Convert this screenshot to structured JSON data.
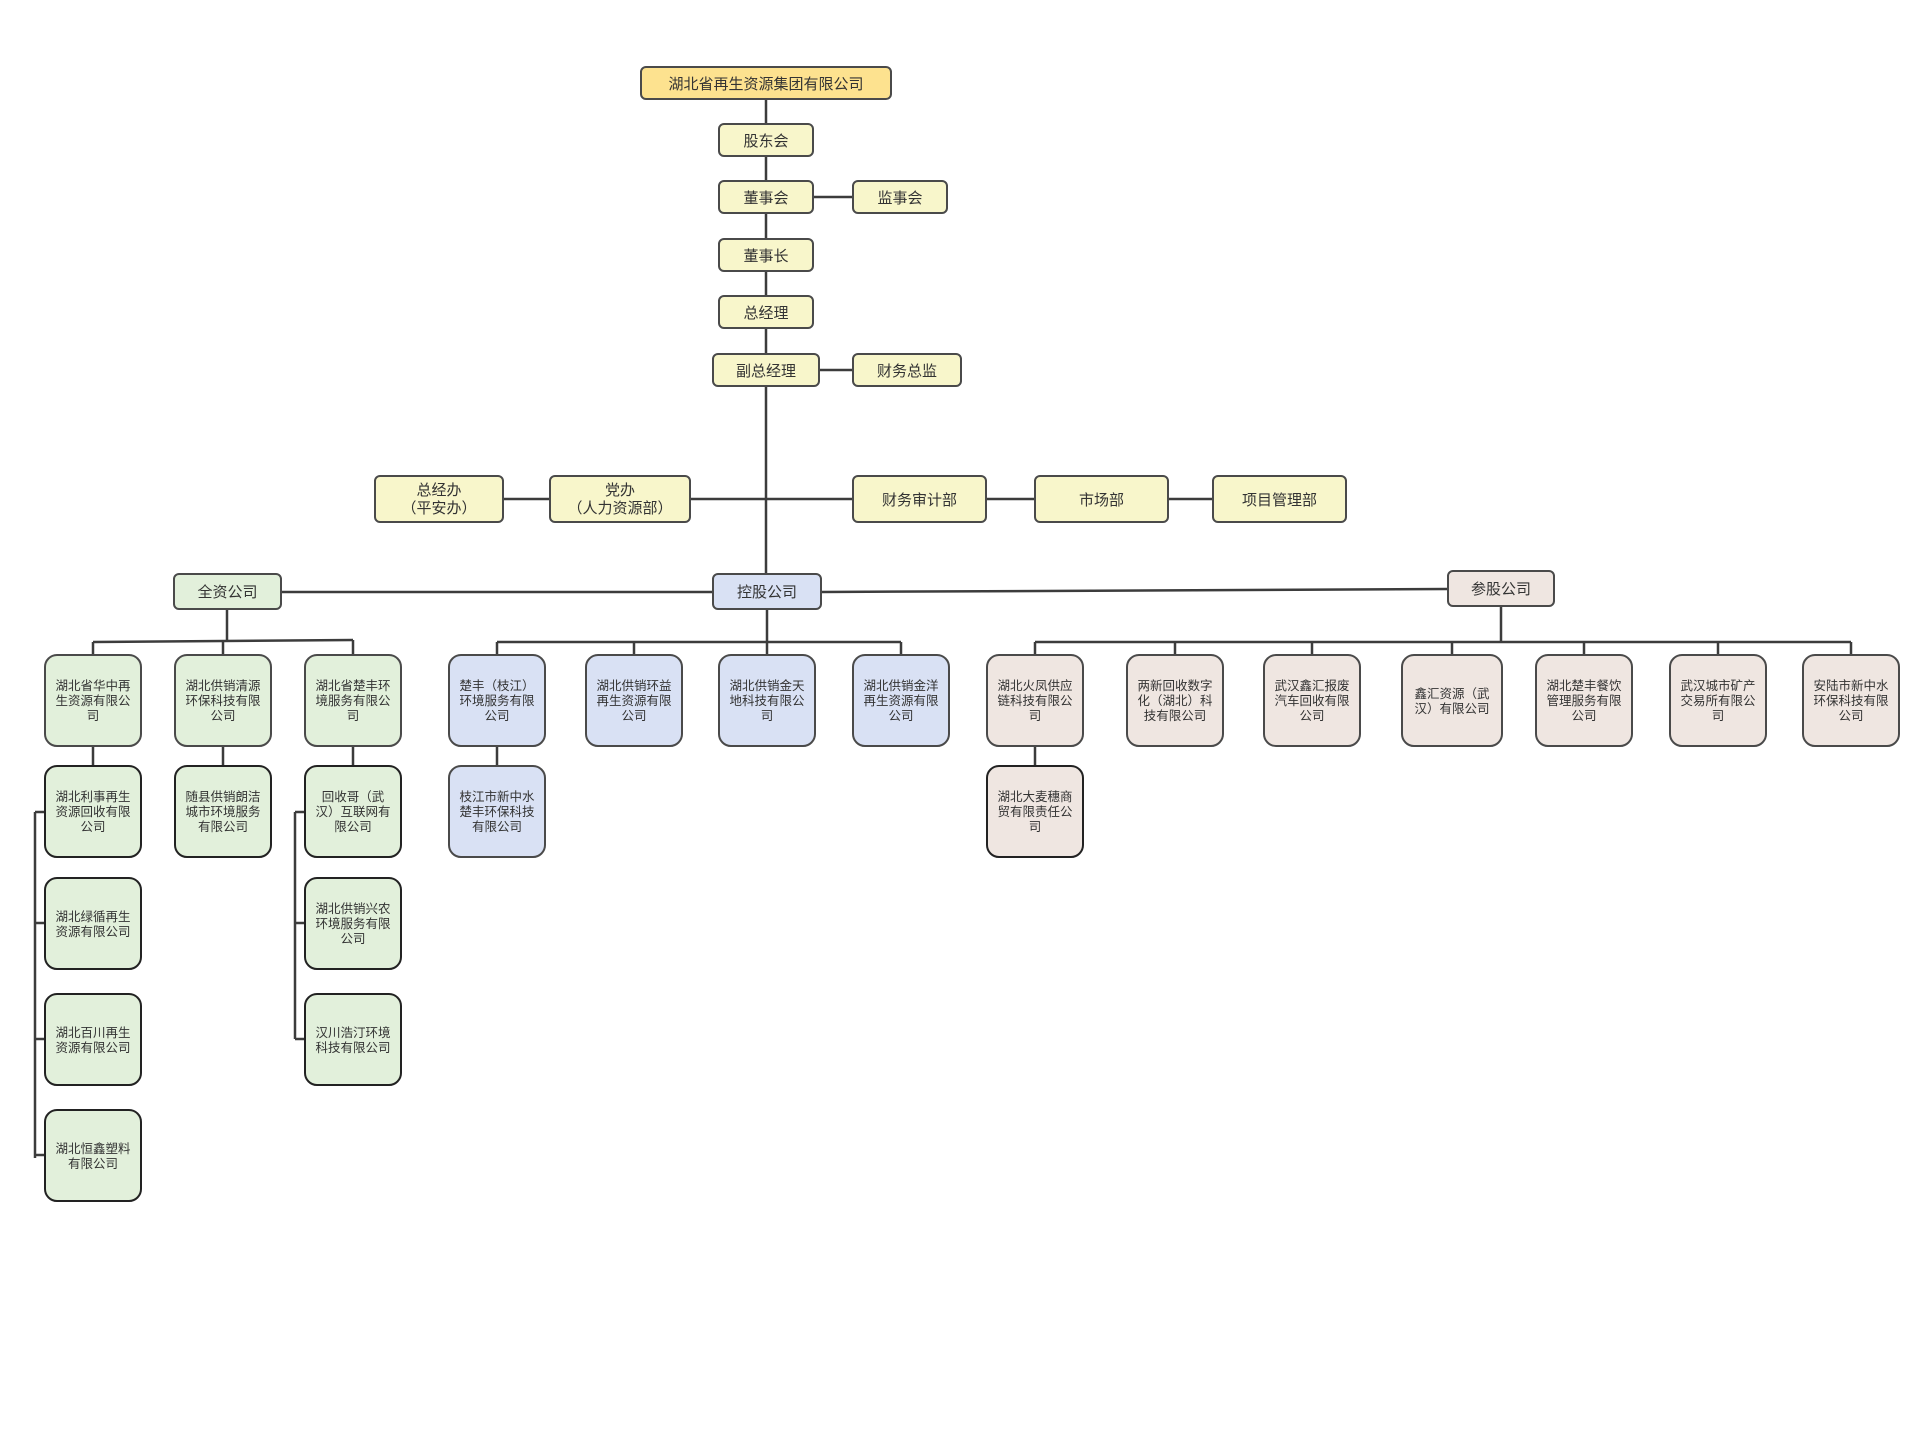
{
  "headquarters": "湖北省再生资源集团有限公司",
  "governance": {
    "shareholders": "股东会",
    "board": "董事会",
    "supervisors": "监事会",
    "chairman": "董事长",
    "general_manager": "总经理",
    "deputy_gm": "副总经理",
    "cfo": "财务总监"
  },
  "departments": {
    "general_office": "总经办",
    "general_office_sub": "（平安办）",
    "party_office": "党办",
    "party_office_sub": "（人力资源部）",
    "finance_audit": "财务审计部",
    "marketing": "市场部",
    "project_mgmt": "项目管理部"
  },
  "categories": {
    "wholly_owned": "全资公司",
    "holding": "控股公司",
    "equity": "参股公司"
  },
  "wholly_owned": [
    {
      "name": "湖北省华中再生资源有限公司",
      "subs": [
        "湖北利事再生资源回收有限公司",
        "湖北绿循再生资源有限公司",
        "湖北百川再生资源有限公司",
        "湖北恒鑫塑料有限公司"
      ]
    },
    {
      "name": "湖北供销清源环保科技有限公司",
      "subs": [
        "随县供销朗洁城市环境服务有限公司"
      ]
    },
    {
      "name": "湖北省楚丰环境服务有限公司",
      "subs": [
        "回收哥（武汉）互联网有限公司",
        "湖北供销兴农环境服务有限公司",
        "汉川浩汀环境科技有限公司"
      ]
    }
  ],
  "holding": [
    {
      "name": "楚丰（枝江）环境服务有限公司",
      "subs": [
        "枝江市新中水楚丰环保科技有限公司"
      ]
    },
    {
      "name": "湖北供销环益再生资源有限公司",
      "subs": []
    },
    {
      "name": "湖北供销金天地科技有限公司",
      "subs": []
    },
    {
      "name": "湖北供销金洋再生资源有限公司",
      "subs": []
    }
  ],
  "equity": [
    {
      "name": "湖北火凤供应链科技有限公司",
      "subs": [
        "湖北大麦穗商贸有限责任公司"
      ]
    },
    {
      "name": "两新回收数字化（湖北）科技有限公司",
      "subs": []
    },
    {
      "name": "武汉鑫汇报废汽车回收有限公司",
      "subs": []
    },
    {
      "name": "鑫汇资源（武汉）有限公司",
      "subs": []
    },
    {
      "name": "湖北楚丰餐饮管理服务有限公司",
      "subs": []
    },
    {
      "name": "武汉城市矿产交易所有限公司",
      "subs": []
    },
    {
      "name": "安陆市新中水环保科技有限公司",
      "subs": []
    }
  ],
  "colors": {
    "line": "#3c3c3c",
    "border": "#4a4a4a",
    "top": "#fde28f",
    "mgmt": "#f8f6cb",
    "wholly": "#e2f0db",
    "holding": "#d9e1f4",
    "equity": "#efe6e1"
  }
}
